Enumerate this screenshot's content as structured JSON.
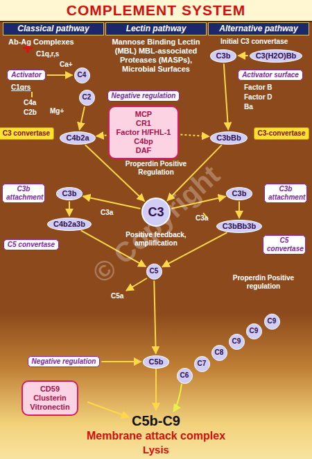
{
  "diagram": {
    "title": "COMPLEMENT SYSTEM",
    "nodes": [
      {
        "text": [
          "Classical pathway"
        ]
      },
      {
        "text": [
          "Lectin pathway"
        ]
      },
      {
        "text": [
          "Alternative pathway"
        ]
      },
      {
        "text": [
          "Activator"
        ]
      },
      {
        "text": [
          "C4"
        ]
      },
      {
        "text": [
          "C2"
        ]
      },
      {
        "text": [
          "C3b"
        ]
      },
      {
        "text": [
          "C3(H2O)Bb"
        ]
      },
      {
        "text": [
          "Negative regulation"
        ]
      },
      {
        "text": [
          "Activator surface"
        ]
      },
      {
        "text": [
          "MCP",
          "CR1",
          "Factor H/FHL-1",
          "C4bp",
          "DAF"
        ]
      },
      {
        "text": [
          "C3 convertase"
        ]
      },
      {
        "text": [
          "C4b2a"
        ]
      },
      {
        "text": [
          "C3bBb"
        ]
      },
      {
        "text": [
          "C3-convertase"
        ]
      },
      {
        "text": [
          "C3b attachment"
        ]
      },
      {
        "text": [
          "C3b"
        ]
      },
      {
        "text": [
          "C3"
        ]
      },
      {
        "text": [
          "C3b"
        ]
      },
      {
        "text": [
          "C3b attachment"
        ]
      },
      {
        "text": [
          "C4b2a3b"
        ]
      },
      {
        "text": [
          "C3bBb3b"
        ]
      },
      {
        "text": [
          "C5 convertase"
        ]
      },
      {
        "text": [
          "C5 convertase"
        ]
      },
      {
        "text": [
          "C5"
        ]
      },
      {
        "text": [
          "C9"
        ]
      },
      {
        "text": [
          "C9"
        ]
      },
      {
        "text": [
          "C9"
        ]
      },
      {
        "text": [
          "C8"
        ]
      },
      {
        "text": [
          "C7"
        ]
      },
      {
        "text": [
          "C6"
        ]
      },
      {
        "text": [
          "Negative regulation"
        ]
      },
      {
        "text": [
          "C5b"
        ]
      },
      {
        "text": [
          "CD59",
          "Clusterin",
          "Vitronectin"
        ]
      }
    ],
    "edges": [
      {
        "from": 3,
        "to": 4,
        "arrow": "to"
      },
      {
        "from": 5,
        "to": 12,
        "arrow": "to"
      },
      {
        "from": 7,
        "to": 6,
        "arrow": "to"
      },
      {
        "from": 6,
        "to": 13,
        "arrow": "to"
      },
      {
        "from": 10,
        "to": 12,
        "arrow": "to"
      },
      {
        "from": 10,
        "to": 13,
        "arrow": "to"
      },
      {
        "from": 12,
        "to": 17,
        "arrow": "to"
      },
      {
        "from": 13,
        "to": 17,
        "arrow": "to"
      },
      {
        "from": 17,
        "to": 16,
        "arrow": "to"
      },
      {
        "from": 17,
        "to": 18,
        "arrow": "to"
      },
      {
        "from": 16,
        "to": 20,
        "arrow": "to"
      },
      {
        "from": 18,
        "to": 21,
        "arrow": "to"
      },
      {
        "from": 20,
        "to": 24,
        "arrow": "to"
      },
      {
        "from": 21,
        "to": 24,
        "arrow": "to"
      },
      {
        "from": 24,
        "to": 32,
        "arrow": "to"
      },
      {
        "from": 31,
        "to": 32,
        "arrow": "to"
      }
    ],
    "labels": [
      "Ab-Ag Complexes",
      "C1q,r,s",
      "Ca+",
      "C1qrs",
      "C4a",
      "C2b",
      "Mg+",
      "Mannose Binding Lectin (MBL) MBL-associated Proteases (MASPs), Microbial Surfaces",
      "Initial C3 convertase",
      "Factor B",
      "Factor D",
      "Ba",
      "Properdin Positive Regulation",
      "C3a",
      "C3a",
      "Positive feedback, amplification",
      "C5a",
      "Properdin Positive regulation",
      "C5b-C9",
      "Membrane attack complex",
      "Lysis",
      "© Copyright"
    ]
  }
}
